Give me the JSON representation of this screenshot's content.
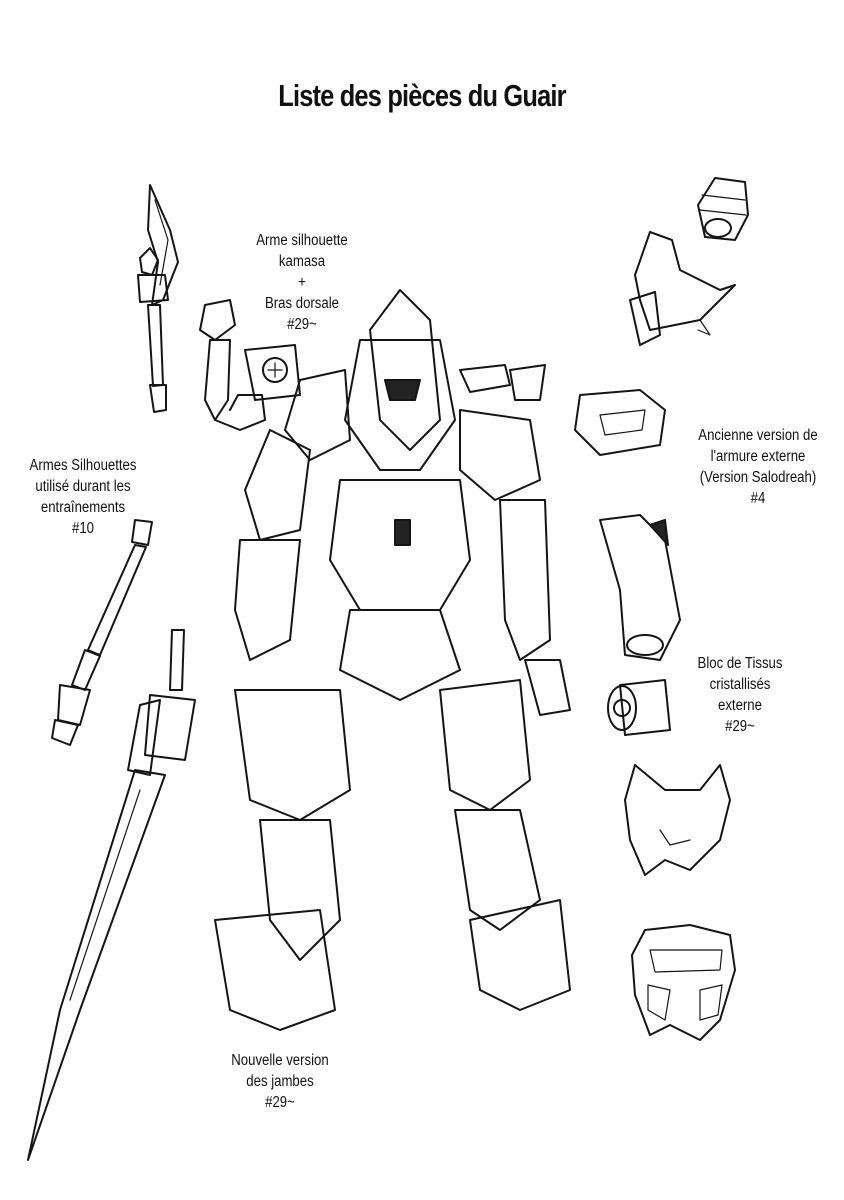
{
  "page": {
    "title": "Liste des pièces du Guair"
  },
  "labels": {
    "kamasa": {
      "lines": [
        "Arme silhouette",
        "kamasa",
        "+",
        "Bras dorsale",
        "#29~"
      ]
    },
    "training_weapons": {
      "lines": [
        "Armes Silhouettes",
        "utilisé durant les",
        "entraînements",
        "#10"
      ]
    },
    "old_armor": {
      "lines": [
        "Ancienne version de",
        "l'armure externe",
        "(Version Salodreah)",
        "#4"
      ]
    },
    "crystal_block": {
      "lines": [
        "Bloc de Tissus",
        "cristallisés",
        "externe",
        "#29~"
      ]
    },
    "new_legs": {
      "lines": [
        "Nouvelle version",
        "des jambes",
        "#29~"
      ]
    }
  },
  "illustrations": [
    "halberd-icon",
    "training-sword-icon",
    "great-sword-icon",
    "back-arm-icon",
    "mecha-robot-icon",
    "cylinder-part-icon",
    "shoulder-armor-icon",
    "chest-plate-icon",
    "arm-guard-icon",
    "crystal-block-icon",
    "knee-plate-upper-icon",
    "knee-plate-lower-icon"
  ]
}
